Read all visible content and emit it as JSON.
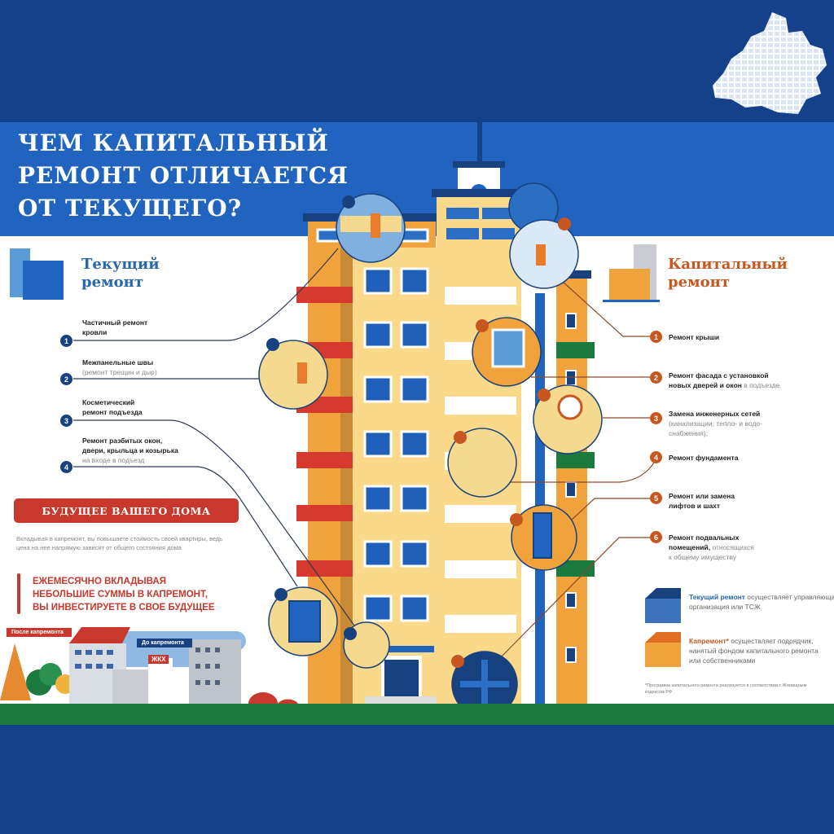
{
  "title": {
    "lines": [
      "ЧЕМ КАПИТАЛЬНЫЙ",
      "РЕМОНТ ОТЛИЧАЕТСЯ",
      "ОТ ТЕКУЩЕГО?"
    ]
  },
  "logo": {
    "name": "Irkutsk region map logo",
    "icon": "region-map-icon"
  },
  "current": {
    "heading": [
      "Текущий",
      "ремонт"
    ],
    "items": [
      {
        "num": "1",
        "title": [
          "Частичный ремонт",
          "кровли"
        ],
        "sub": ""
      },
      {
        "num": "2",
        "title": [
          "Межпанельные швы"
        ],
        "sub": "(ремонт трещин и дыр)"
      },
      {
        "num": "3",
        "title": [
          "Косметический",
          "ремонт подъезда"
        ],
        "sub": ""
      },
      {
        "num": "4",
        "title": [
          "Ремонт разбитых окон,",
          "двери, крыльца и козырька"
        ],
        "sub": "на входе в подъезд"
      }
    ]
  },
  "capital": {
    "heading": [
      "Капитальный",
      "ремонт"
    ],
    "items": [
      {
        "num": "1",
        "title": [
          "Ремонт крыши"
        ],
        "tail": "",
        "sub": []
      },
      {
        "num": "2",
        "title": [
          "Ремонт фасада с установкой",
          "новых дверей и окон"
        ],
        "tail": " в подъезде",
        "sub": []
      },
      {
        "num": "3",
        "title": [
          "Замена инженерных сетей"
        ],
        "tail": "",
        "sub": [
          "(канализации, тепло- и водо-",
          "снабжения);"
        ]
      },
      {
        "num": "4",
        "title": [
          "Ремонт фундамента"
        ],
        "tail": "",
        "sub": []
      },
      {
        "num": "5",
        "title": [
          "Ремонт или замена",
          "лифтов и шахт"
        ],
        "tail": "",
        "sub": []
      },
      {
        "num": "6",
        "title": [
          "Ремонт подвальных",
          "помещений,"
        ],
        "tail": " относящихся",
        "sub": [
          "к общему имуществу"
        ]
      }
    ]
  },
  "future": {
    "banner": "БУДУЩЕЕ ВАШЕГО ДОМА",
    "paragraph": "Вкладывая в капремонт, вы повышаете стоимость своей квартиры, ведь цена на нее напрямую зависит от общего состояния дома",
    "callout": [
      "ЕЖЕМЕСЯЧНО ВКЛАДЫВАЯ",
      "НЕБОЛЬШИЕ СУММЫ В КАПРЕМОНТ,",
      "ВЫ ИНВЕСТИРУЕТЕ В СВОЕ БУДУЩЕЕ"
    ],
    "after_tag": "После капремонта",
    "before_tag": "До капремонта",
    "sign": "ЖКХ"
  },
  "legend": {
    "current_bold": "Текущий ремонт",
    "current_rest": " осуществляет управляющая организация или ТСЖ",
    "capital_bold": "Капремонт*",
    "capital_rest": " осуществляет подрядчик, нанятый фондом капитального ремонта или собственниками",
    "footnote": "*Программа капитального ремонта реализуется в соответствии с Жилищным кодексом РФ"
  },
  "colors": {
    "navy": "#15408a",
    "blue": "#2064bf",
    "orange": "#f0a23c",
    "red": "#c8382c",
    "capital": "#c8561f",
    "green": "#1d7a3e",
    "wall": "#fbd98a"
  }
}
